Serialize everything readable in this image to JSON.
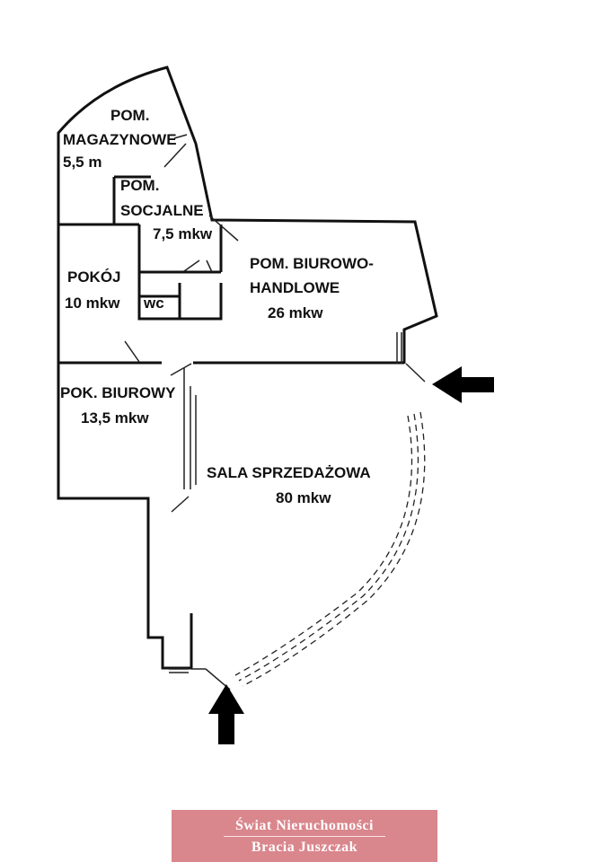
{
  "rooms": {
    "magazyn": {
      "line1": "POM.",
      "line2": "MAGAZYNOWE",
      "area": "5,5 m"
    },
    "socjalne": {
      "line1": "POM.",
      "line2": "SOCJALNE",
      "area": "7,5 mkw"
    },
    "biurowo_handlowe": {
      "line1": "POM. BIUROWO-",
      "line2": "HANDLOWE",
      "area": "26 mkw"
    },
    "pokoj": {
      "line1": "POKÓJ",
      "area": "10 mkw"
    },
    "wc": {
      "label": "wc"
    },
    "pok_biurowy": {
      "line1": "POK. BIUROWY",
      "area": "13,5 mkw"
    },
    "sala": {
      "line1": "SALA SPRZEDAŻOWA",
      "area": "80 mkw"
    }
  },
  "entrances": [
    "entrance-arrow-right",
    "entrance-arrow-bottom"
  ],
  "logo": {
    "line1": "Świat Nieruchomości",
    "line2": "Bracia Juszczak",
    "color": "#d9868c"
  }
}
